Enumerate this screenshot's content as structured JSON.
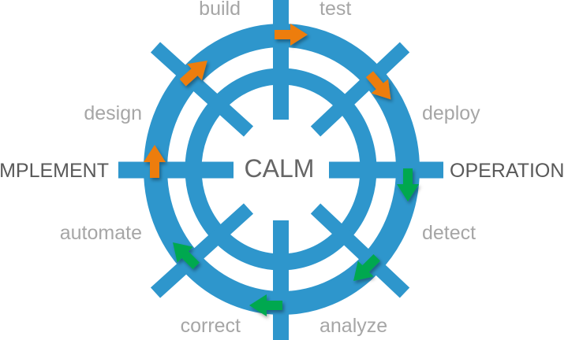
{
  "center_label": "CALM",
  "phases": {
    "left": "IMPLEMENT",
    "right": "OPERATION"
  },
  "steps": {
    "build": "build",
    "test": "test",
    "deploy": "deploy",
    "detect": "detect",
    "analyze": "analyze",
    "correct": "correct",
    "automate": "automate",
    "design": "design"
  },
  "colors": {
    "wheel": "#2E96CC",
    "implement_arrow": "#ED7D0A",
    "operation_arrow": "#00A84F"
  }
}
